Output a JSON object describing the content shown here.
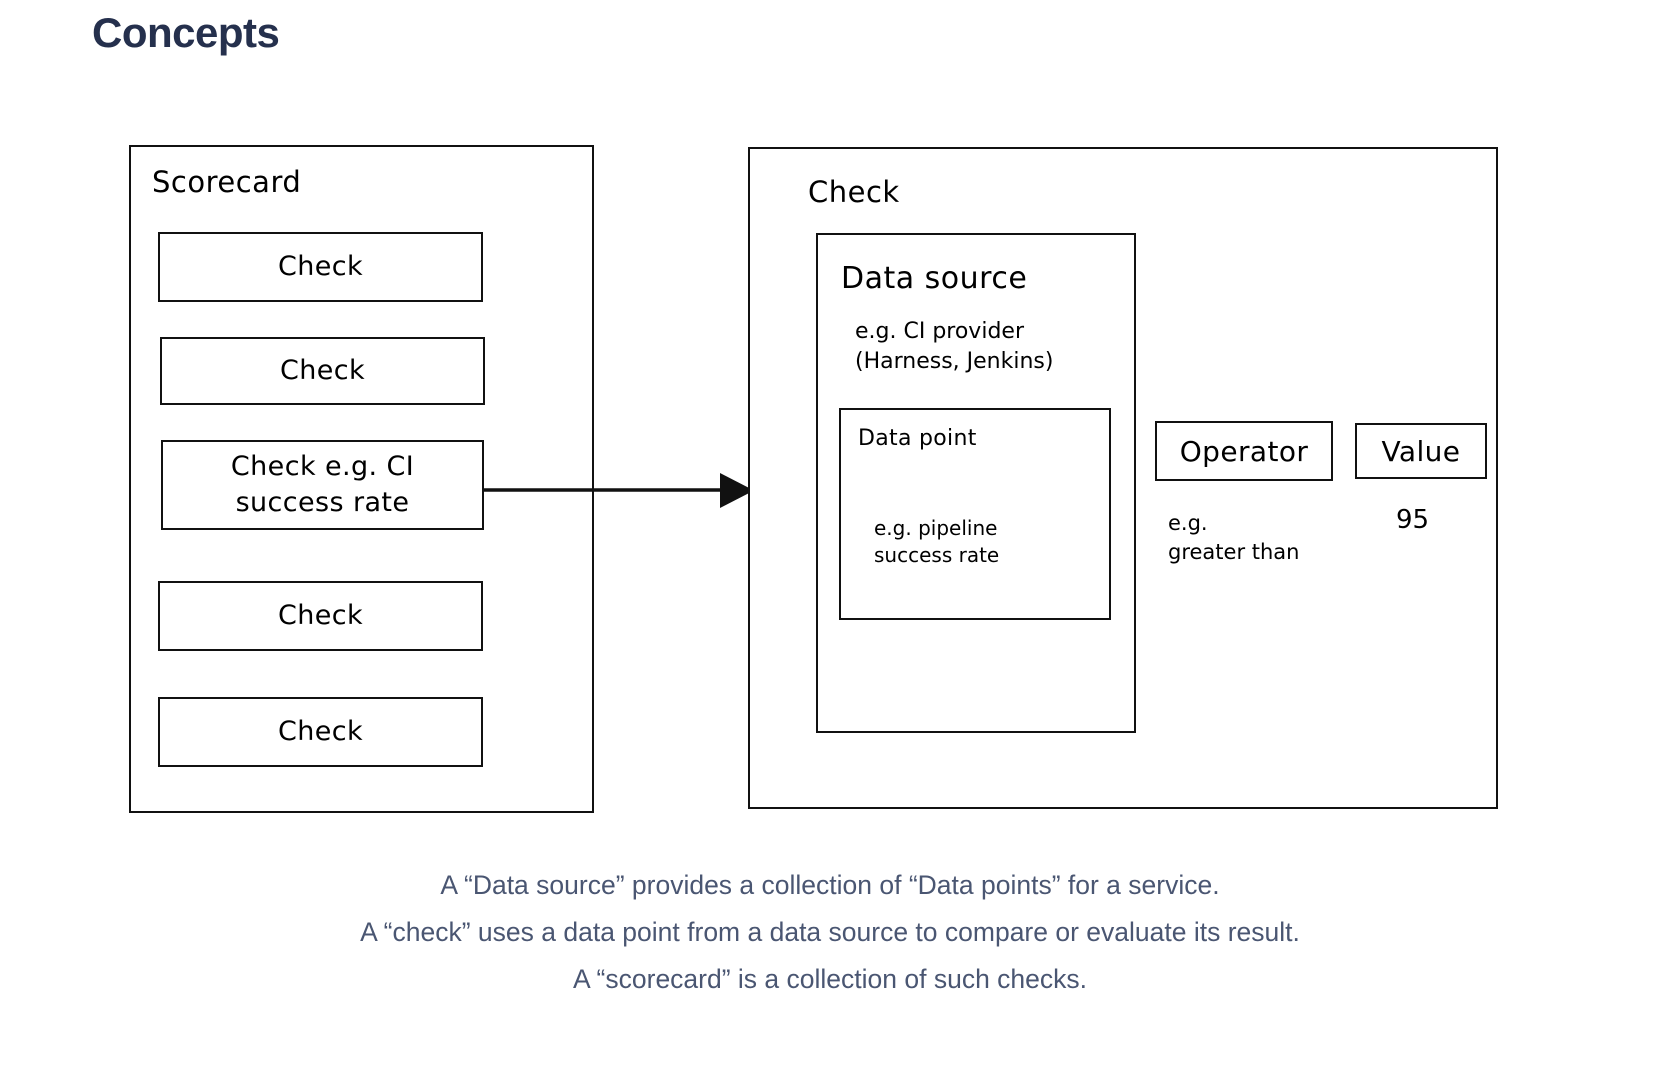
{
  "page": {
    "title": "Concepts",
    "title_color": "#25304d",
    "caption_color": "#4a5672",
    "stroke_color": "#111111",
    "background": "#ffffff"
  },
  "diagram": {
    "scorecard": {
      "label": "Scorecard",
      "checks": [
        {
          "label": "Check"
        },
        {
          "label": "Check"
        },
        {
          "label": "Check e.g. CI\nsuccess rate"
        },
        {
          "label": "Check"
        },
        {
          "label": "Check"
        }
      ]
    },
    "arrow": {
      "icon": "arrow-right-icon",
      "from": "check-item-2",
      "to": "check-detail-panel"
    },
    "check_detail": {
      "label": "Check",
      "data_source": {
        "title": "Data source",
        "example": "e.g. CI provider\n(Harness, Jenkins)",
        "data_point": {
          "title": "Data point",
          "example": "e.g. pipeline\nsuccess rate"
        }
      },
      "operator": {
        "label": "Operator",
        "example": "e.g.\ngreater than"
      },
      "value": {
        "label": "Value",
        "example": "95"
      }
    }
  },
  "caption": {
    "lines": [
      "A “Data source” provides a collection of “Data points” for a service.",
      "A “check” uses a data point from a data source to compare or evaluate its result.",
      "A “scorecard” is a collection of such checks."
    ]
  }
}
